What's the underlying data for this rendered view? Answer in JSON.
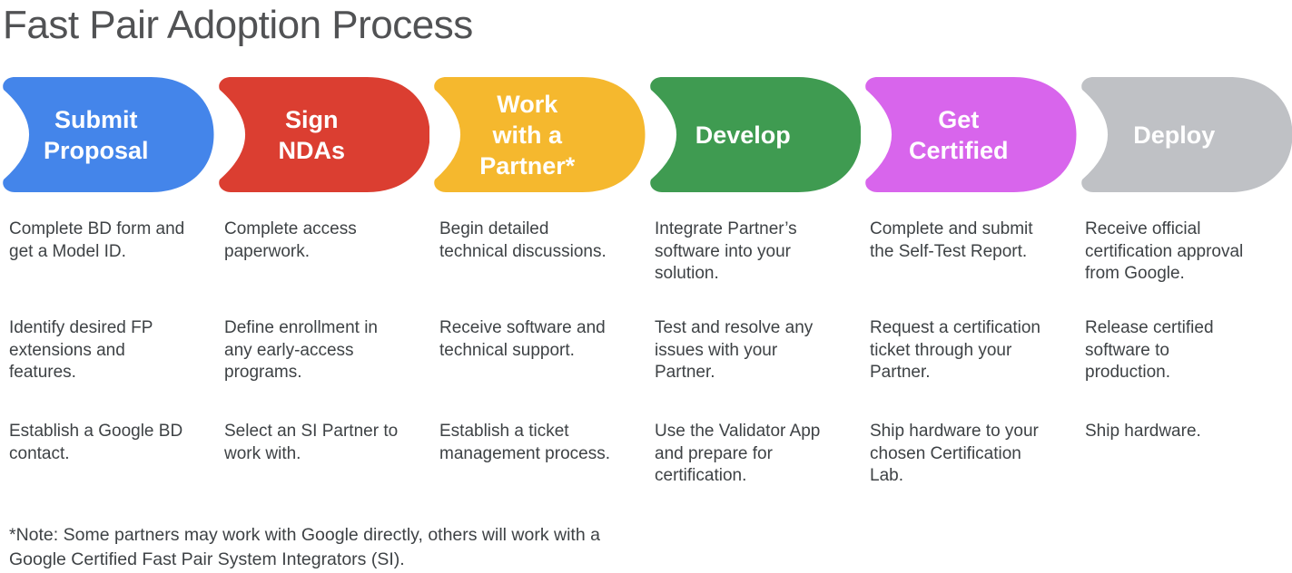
{
  "title": "Fast Pair Adoption Process",
  "stages": [
    {
      "label": "Submit\nProposal",
      "color": "#4485EA",
      "descriptions": [
        "Complete BD form and\nget a Model ID.",
        "Identify desired FP\nextensions and\nfeatures.",
        "Establish a Google BD\ncontact."
      ]
    },
    {
      "label": "Sign\nNDAs",
      "color": "#DB3E31",
      "descriptions": [
        "Complete access\npaperwork.",
        "Define enrollment in\nany early-access\nprograms.",
        "Select an SI Partner to\nwork with."
      ]
    },
    {
      "label": "Work\nwith a\nPartner*",
      "color": "#F5B82E",
      "descriptions": [
        "Begin detailed\ntechnical discussions.",
        "Receive software and\ntechnical support.",
        "Establish a ticket\nmanagement process."
      ]
    },
    {
      "label": "Develop",
      "color": "#3F9B51",
      "descriptions": [
        "Integrate Partner’s\nsoftware into your\nsolution.",
        "Test and resolve any\nissues with your\nPartner.",
        "Use the Validator App\nand prepare for\ncertification."
      ]
    },
    {
      "label": "Get\nCertified",
      "color": "#D865EC",
      "descriptions": [
        "Complete and submit\nthe Self-Test Report.",
        "Request a certification\nticket through your\nPartner.",
        "Ship hardware to your\nchosen Certification\nLab."
      ]
    },
    {
      "label": "Deploy",
      "color": "#BFC1C5",
      "descriptions": [
        "Receive official\ncertification approval\nfrom Google.",
        "Release certified\nsoftware to\nproduction.",
        "Ship hardware."
      ]
    }
  ],
  "note": "*Note: Some partners may work with Google directly, others will work with a\nGoogle Certified Fast Pair System Integrators (SI)."
}
